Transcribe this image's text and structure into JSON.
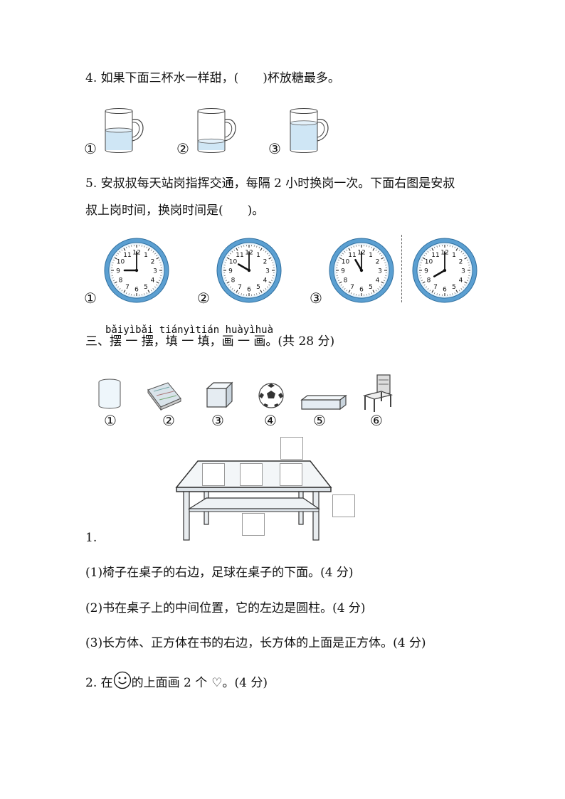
{
  "q4": {
    "text": "4. 如果下面三杯水一样甜，(　　)杯放糖最多。",
    "labels": [
      "①",
      "②",
      "③"
    ],
    "cup_fill_levels": [
      0.55,
      0.25,
      0.75
    ],
    "water_color": "#cfe6f5"
  },
  "q5": {
    "line1": "5. 安叔叔每天站岗指挥交通，每隔 2 小时换岗一次。下面右图是安叔",
    "line2": "叔上岗时间，换岗时间是(　　)。",
    "labels": [
      "①",
      "②",
      "③"
    ],
    "clock_times": [
      "9:00",
      "10:00",
      "11:00",
      "8:00"
    ],
    "clock_numbers": [
      "12",
      "1",
      "2",
      "3",
      "4",
      "5",
      "6",
      "7",
      "8",
      "9",
      "10",
      "11"
    ],
    "clock_rim_color": "#5b9fd1",
    "clock_face_color": "#eaf4fb"
  },
  "section3": {
    "pinyin": "bǎiyìbǎi tiányìtián huàyìhuà",
    "title": "三、摆 一 摆，填 一 填，画 一 画。(共 28 分)"
  },
  "objects": {
    "labels": [
      "①",
      "②",
      "③",
      "④",
      "⑤",
      "⑥"
    ],
    "icons": [
      "cylinder-icon",
      "book-icon",
      "cube-icon",
      "soccer-ball-icon",
      "cuboid-icon",
      "chair-icon"
    ]
  },
  "q1": {
    "number": "1.",
    "s1": "(1)椅子在桌子的右边，足球在桌子的下面。(4 分)",
    "s2": "(2)书在桌子上的中间位置，它的左边是圆柱。(4 分)",
    "s3": "(3)长方体、正方体在书的右边，长方体的上面是正方体。(4 分)"
  },
  "q2": {
    "prefix": "2. 在",
    "middle": "的上面画 2 个",
    "suffix": "。(4 分)",
    "smiley_glyph": "☺",
    "heart_glyph": "♡"
  }
}
